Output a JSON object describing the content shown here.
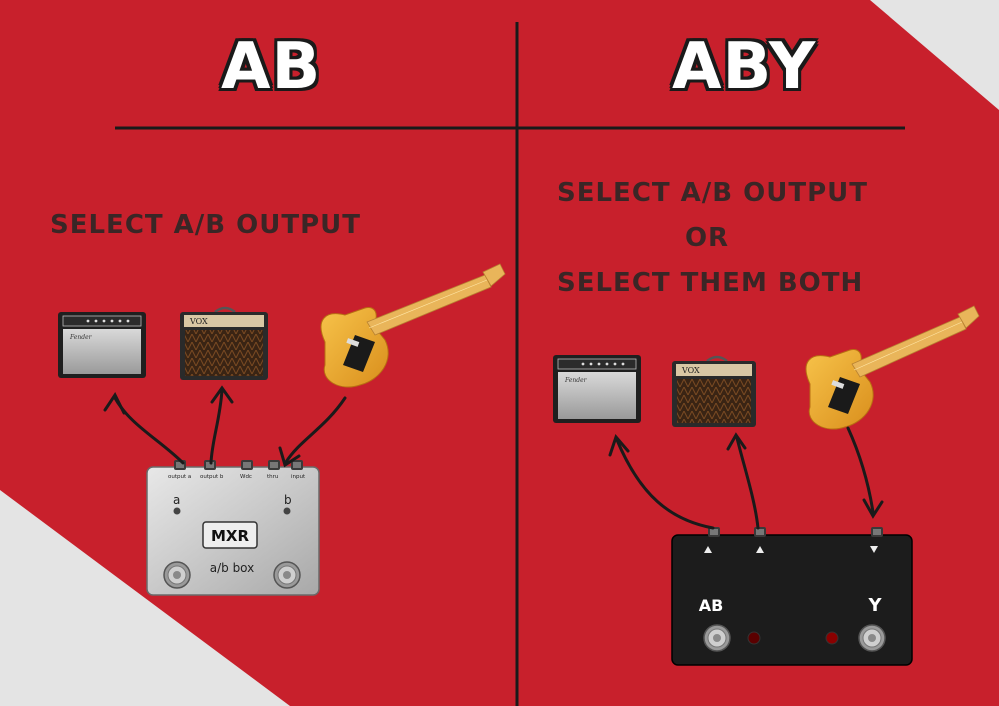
{
  "colors": {
    "background_red": "#c8202c",
    "corner_grey": "#e4e4e4",
    "ink": "#1a1a1a"
  },
  "left": {
    "title": "AB",
    "description": "SELECT A/B OUTPUT",
    "pedal": {
      "brand": "MXR",
      "model": "a/b box",
      "jacks": [
        "output a",
        "output b",
        "Wdc",
        "thru",
        "input"
      ],
      "led_a": "a",
      "led_b": "b"
    }
  },
  "right": {
    "title": "ABY",
    "description_line1": "SELECT A/B OUTPUT",
    "description_line2": "OR",
    "description_line3": "SELECT THEM BOTH",
    "pedal": {
      "label_ab": "AB",
      "label_y": "Y"
    }
  },
  "amps": {
    "combo_brand": "Fender",
    "small_brand": "VOX"
  },
  "icons": [
    "combo-amp-icon",
    "vox-amp-icon",
    "telecaster-guitar-icon",
    "arrow-icon",
    "footswitch-icon"
  ]
}
